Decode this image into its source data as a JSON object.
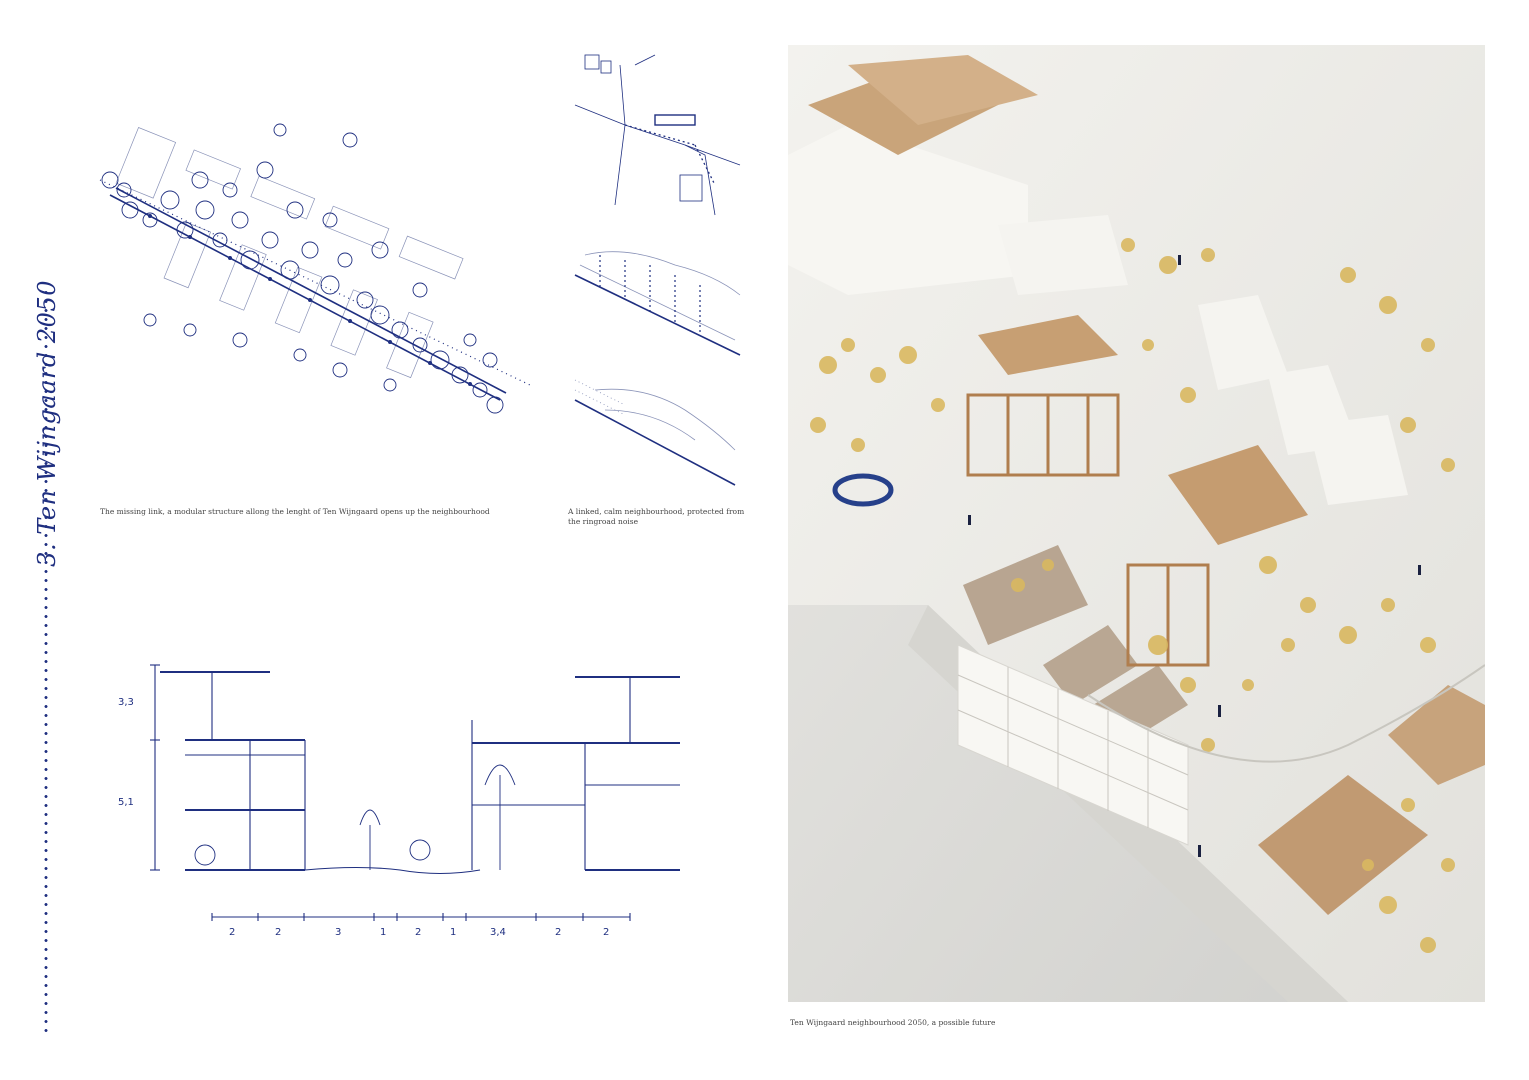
{
  "page": {
    "title": "3. Ten Wijngaard 2050"
  },
  "captions": {
    "plan_main": "The missing link, a modular structure allong the lenght of Ten Wijngaard opens up the neighbourhood",
    "plan_small": "A linked, calm neighbourhood, protected from the ringroad noise",
    "photo": "Ten Wijngaard neighbourhood 2050, a possible future"
  },
  "section": {
    "heights": [
      "3,3",
      "5,1"
    ],
    "widths": [
      "2",
      "2",
      "3",
      "1",
      "2",
      "1",
      "3,4",
      "2",
      "2"
    ]
  },
  "colors": {
    "ink": "#1f2f80",
    "wood": "#c9a47a",
    "foam": "#efeeea",
    "plant": "#d9b860"
  }
}
